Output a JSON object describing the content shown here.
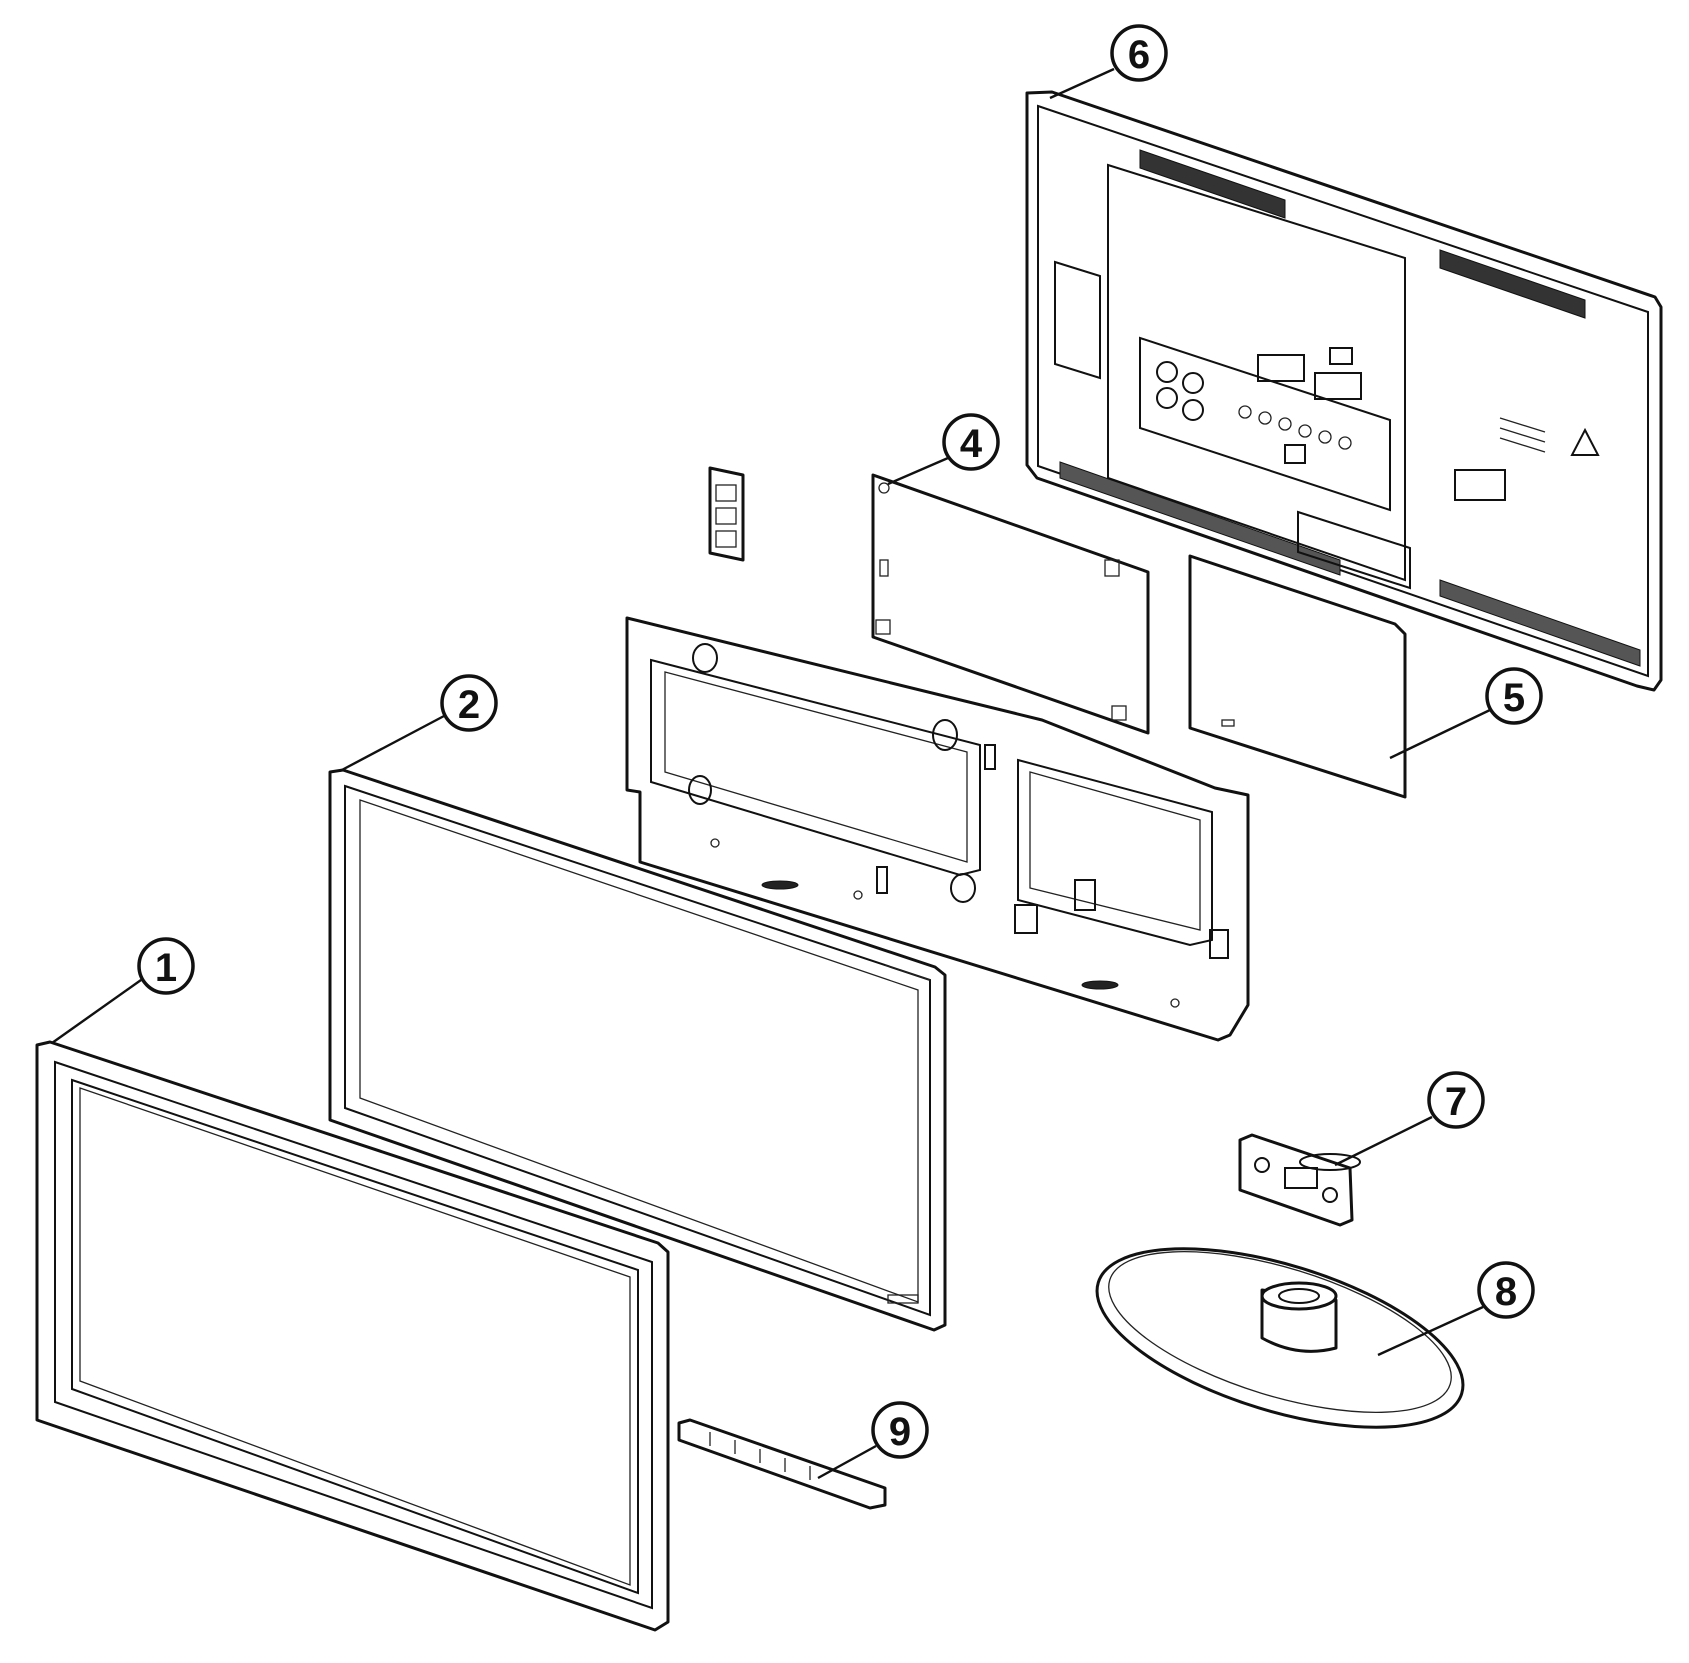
{
  "callouts": {
    "c1": "1",
    "c2": "2",
    "c4": "4",
    "c5": "5",
    "c6": "6",
    "c7": "7",
    "c8": "8",
    "c9": "9"
  },
  "colors": {
    "line": "#111111",
    "background": "#ffffff"
  }
}
